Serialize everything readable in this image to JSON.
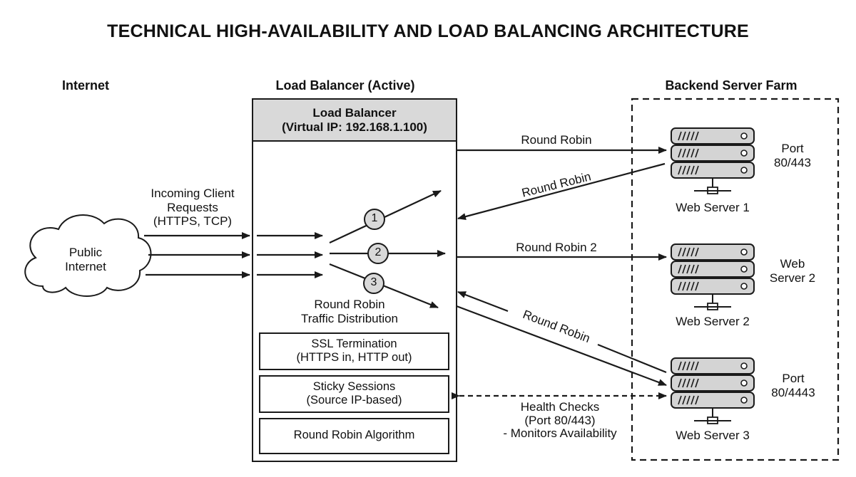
{
  "title": "TECHNICAL HIGH-AVAILABILITY AND LOAD BALANCING ARCHITECTURE",
  "headers": {
    "internet": "Internet",
    "load_balancer": "Load Balancer (Active)",
    "backend": "Backend Server Farm"
  },
  "internet_cloud": {
    "line1": "Public",
    "line2": "Internet"
  },
  "incoming": {
    "line1": "Incoming Client",
    "line2": "Requests",
    "line3": "(HTTPS, TCP)"
  },
  "lb_box": {
    "name": "Load Balancer",
    "vip": "(Virtual IP: 192.168.1.100)"
  },
  "distribution": {
    "steps": [
      "1",
      "2",
      "3"
    ],
    "caption_line1": "Round Robin",
    "caption_line2": "Traffic Distribution"
  },
  "features": [
    {
      "line1": "SSL Termination",
      "line2": "(HTTPS in, HTTP out)"
    },
    {
      "line1": "Sticky Sessions",
      "line2": "(Source IP-based)"
    },
    {
      "line1": "Round Robin Algorithm",
      "line2": ""
    }
  ],
  "links": {
    "to_server1": "Round Robin",
    "from_server1": "Round Robin",
    "to_server2": "Round Robin 2",
    "from_server3": "Round Robin",
    "health_line1": "Health Checks",
    "health_line2": "(Port 80/443)",
    "health_line3": "- Monitors Availability"
  },
  "servers": [
    {
      "name": "Web Server 1",
      "side_line1": "Port",
      "side_line2": "80/443"
    },
    {
      "name": "Web Server 2",
      "side_line1": "Web",
      "side_line2": "Server 2"
    },
    {
      "name": "Web Server 3",
      "side_line1": "Port",
      "side_line2": "80/4443"
    }
  ],
  "colors": {
    "stroke": "#1a1a1a",
    "lb_header_fill": "#d9d9d9",
    "server_fill": "#d4d4d4",
    "step_circle_fill": "#d9d9d9"
  }
}
